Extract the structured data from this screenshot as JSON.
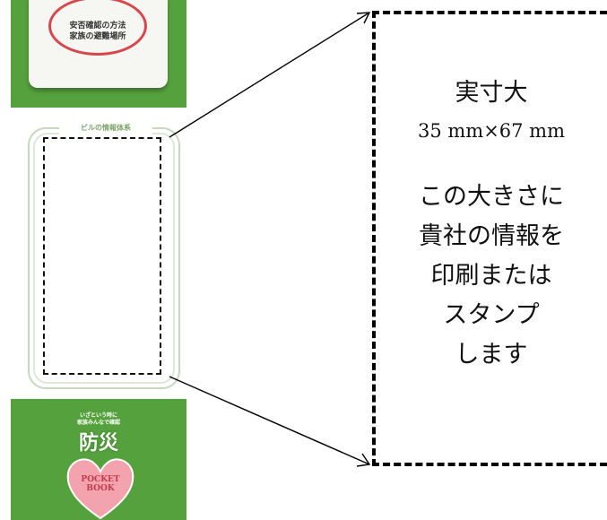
{
  "leaflet": {
    "seal_line1": "安否確認の方法",
    "seal_line2": "家族の避難場所",
    "frame_label": "ビルの情報体系",
    "bottom_small_line1": "いざという時に",
    "bottom_small_line2": "家族みんなで確認",
    "bottom_title": "防災",
    "heart_line1": "POCKET",
    "heart_line2": "BOOK"
  },
  "callout": {
    "title": "実寸大",
    "dimensions": "35 mm×67 mm",
    "line1": "この大きさに",
    "line2": "貴社の情報を",
    "line3": "印刷または",
    "line4": "スタンプ",
    "line5": "します"
  },
  "colors": {
    "green": "#55a13d",
    "seal_red": "#d6484d",
    "heart_pink": "#f2a3ad"
  }
}
